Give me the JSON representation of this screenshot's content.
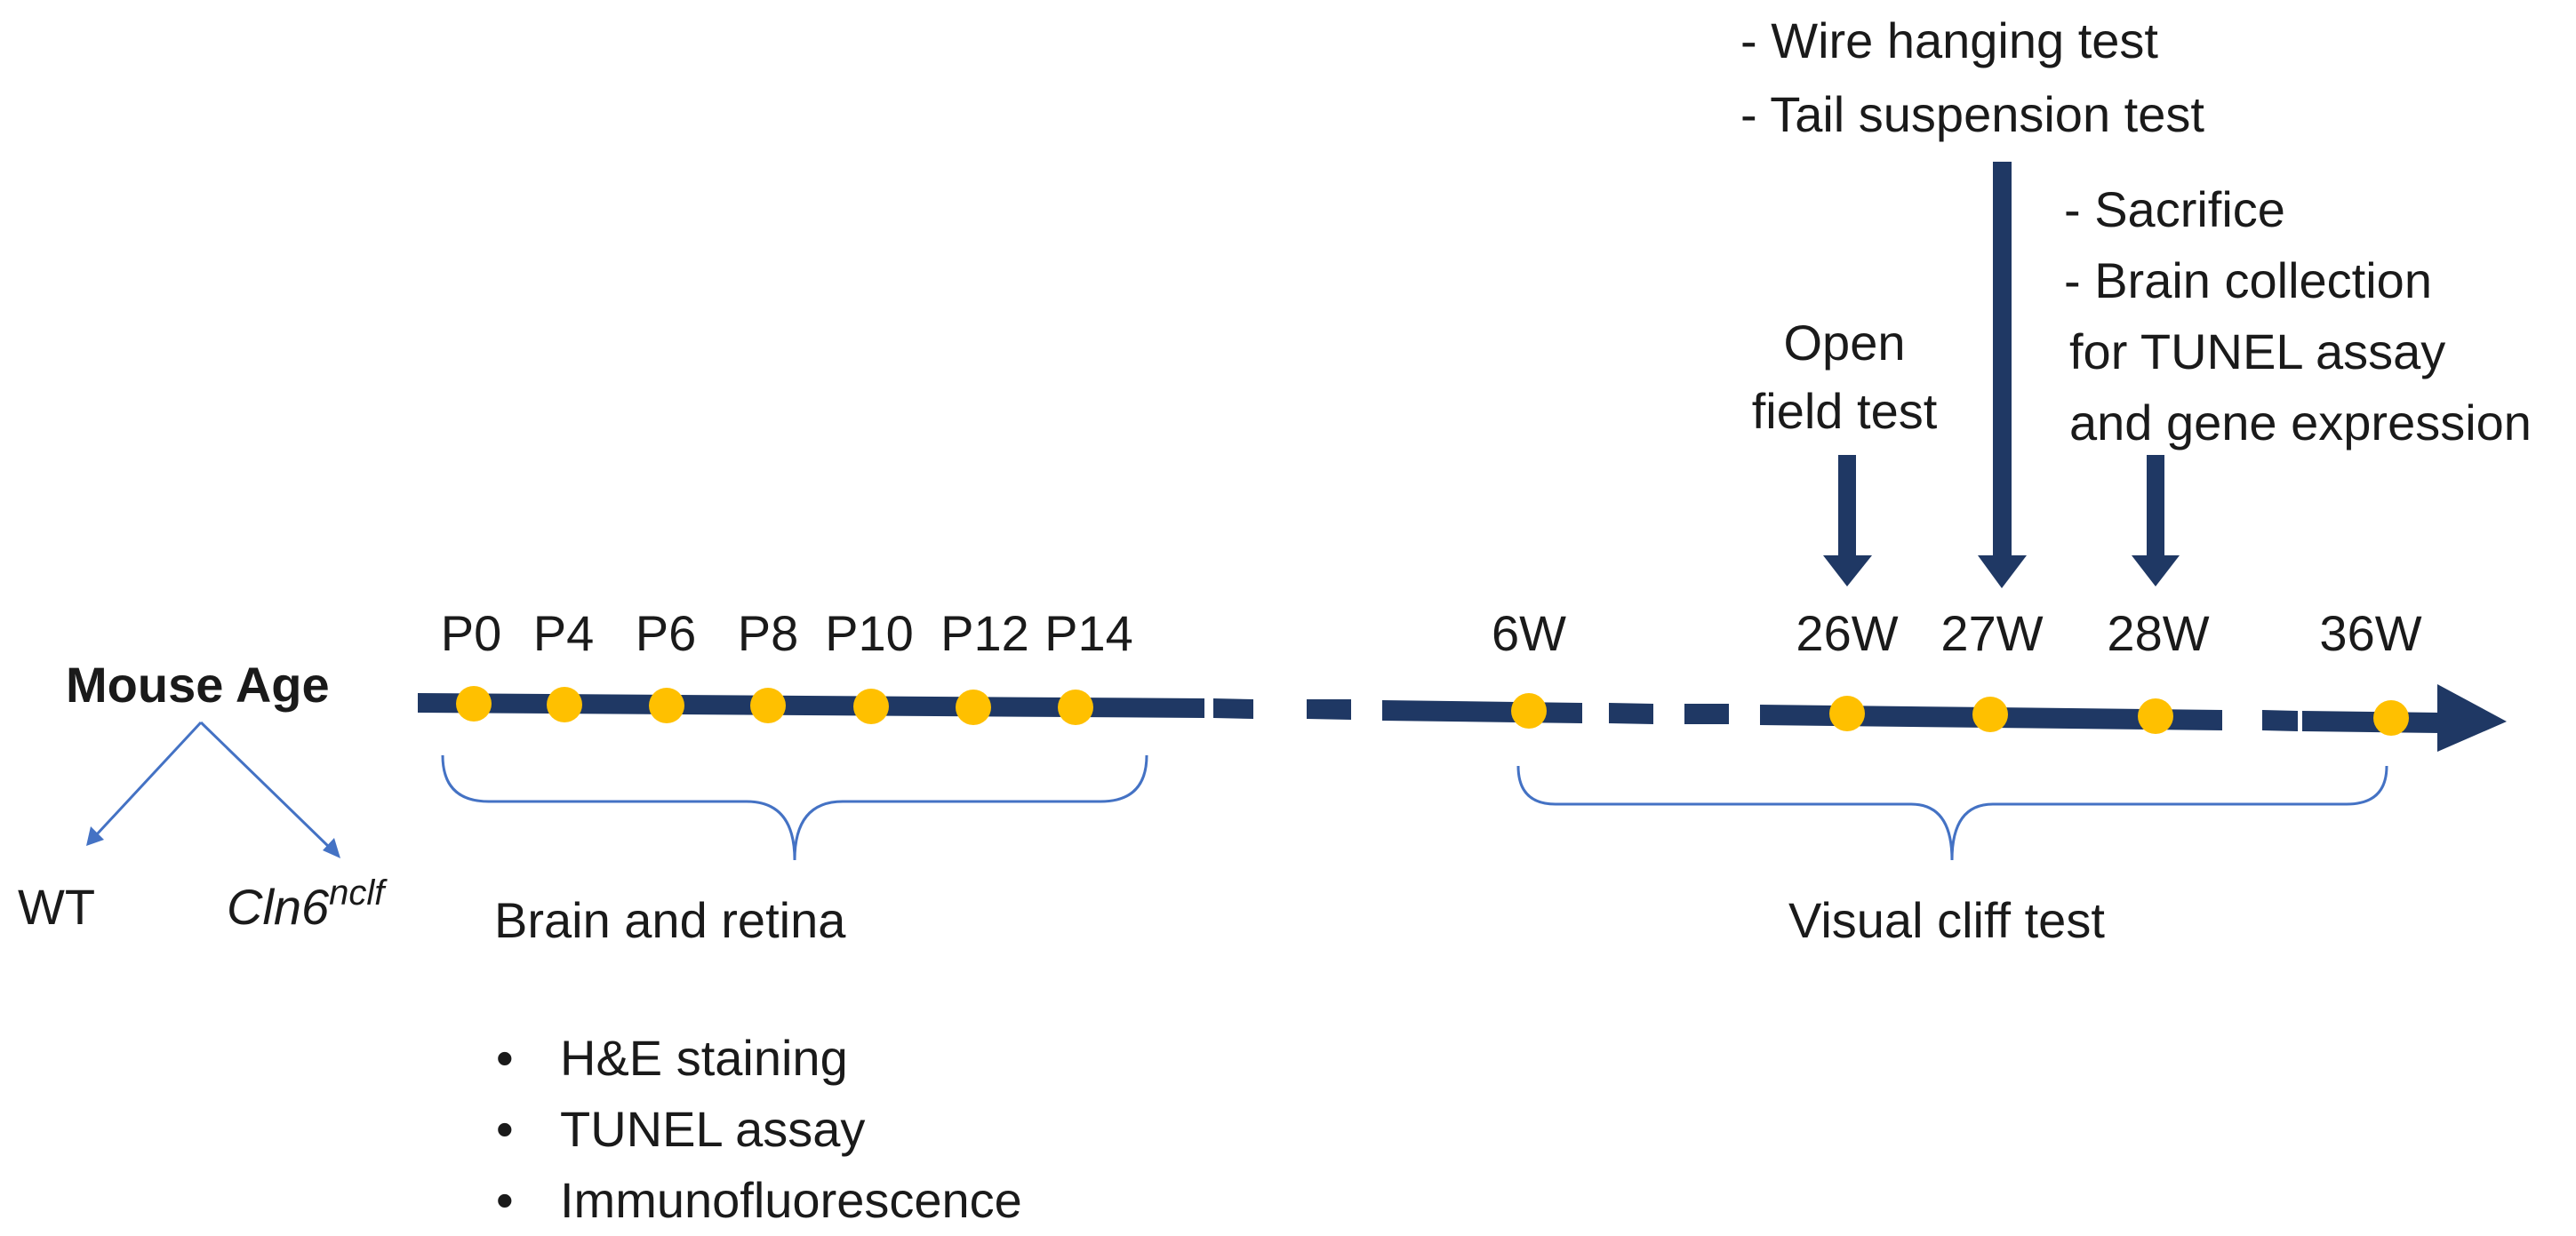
{
  "root": {
    "label": "Mouse Age",
    "children": [
      {
        "label": "WT"
      },
      {
        "label": "Cln6",
        "superscript": "nclf"
      }
    ]
  },
  "timepoints": [
    "P0",
    "P4",
    "P6",
    "P8",
    "P10",
    "P12",
    "P14",
    "6W",
    "26W",
    "27W",
    "28W",
    "36W"
  ],
  "groups": {
    "early": {
      "title": "Brain and retina",
      "bullets": [
        "H&E staining",
        "TUNEL assay",
        "Immunofluorescence"
      ]
    },
    "late": {
      "title": "Visual cliff test"
    }
  },
  "events": {
    "open_field": {
      "lines": [
        "Open",
        "field test"
      ]
    },
    "behavior": {
      "lines": [
        "- Wire hanging test",
        "- Tail suspension test"
      ]
    },
    "sacrifice": {
      "lines": [
        "- Sacrifice",
        "- Brain collection",
        "for TUNEL assay",
        "and gene expression"
      ]
    }
  },
  "bullet_symbol": "•",
  "colors": {
    "timeline": "#1f3864",
    "dots": "#ffc000",
    "tree": "#4472c4",
    "brace": "#4472c4"
  }
}
